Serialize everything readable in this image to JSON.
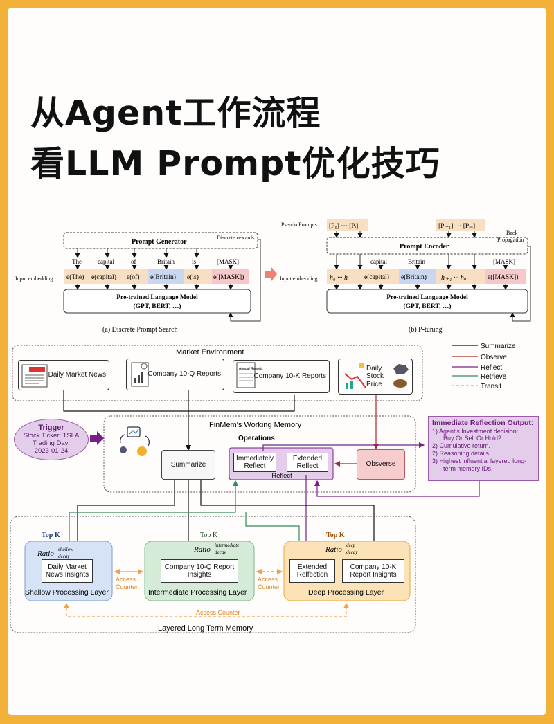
{
  "title": {
    "line1": "从Agent工作流程",
    "line2": "看LLM Prompt优化技巧"
  },
  "top_left": {
    "generator": "Prompt Generator",
    "discrete_rewards": "Discrete rewards",
    "input_embedding": "Input embedding",
    "words": [
      "The",
      "capital",
      "of",
      "Britain",
      "is",
      "[MASK]"
    ],
    "embeds": [
      "e(The)",
      "e(capital)",
      "e(of)",
      "e(Britain)",
      "e(is)",
      "e([MASK])"
    ],
    "lm_line1": "Pre-trained Language Model",
    "lm_line2": "(GPT, BERT, …)",
    "caption": "(a) Discrete Prompt Search"
  },
  "top_right": {
    "pseudo_prompts": "Pseudo Prompts",
    "p_left": "[P₀] ··· [Pᵢ]",
    "p_right": "[Pᵢ₊₁] ··· [Pₘ]",
    "back_prop_1": "Back",
    "back_prop_2": "Propagation",
    "encoder": "Prompt Encoder",
    "input_embedding": "Input embedding",
    "words": [
      "capital",
      "Britain",
      "[MASK]"
    ],
    "embeds": [
      "h₀  ···  hᵢ",
      "e(capital)",
      "e(Britain)",
      "hᵢ₊₁ ··· hₘ",
      "e([MASK])"
    ],
    "lm_line1": "Pre-trained Language Model",
    "lm_line2": "(GPT, BERT, …)",
    "caption": "(b) P-tuning"
  },
  "legend": [
    "Summarize",
    "Observe",
    "Reflect",
    "Retrieve",
    "Transit"
  ],
  "colors": {
    "summarize": "#111111",
    "observe": "#a52a2a",
    "reflect": "#7a1f8a",
    "retrieve": "#2e8b57",
    "transit": "#f0a050"
  },
  "market": {
    "title": "Market Environment",
    "news": "Daily Market News",
    "q_reports": "Company 10-Q Reports",
    "k_reports": "Company 10-K Reports",
    "annual": "Annual Reports",
    "stock": [
      "Daily",
      "Stock",
      "Price"
    ]
  },
  "trigger": {
    "title": "Trigger",
    "ticker": "Stock Ticker: TSLA",
    "day_label": "Trading Day:",
    "day": "2023-01-24"
  },
  "working": {
    "title": "FinMem's Working Memory",
    "operations": "Operations",
    "summarize": "Summarize",
    "immediately": [
      "Immediately",
      "Reflect"
    ],
    "extended": [
      "Extended",
      "Reflect"
    ],
    "reflect": "Reflect",
    "observe": "Obsverse"
  },
  "output": {
    "title": "Immediate Reflection Output:",
    "items": [
      "1) Agent's Investment decision:",
      "Buy Or Sell Or Hold?",
      "2) Cumulative return.",
      "2) Reasoning details.",
      "3) Highest influential layered long-",
      "term memory IDs."
    ]
  },
  "memory": {
    "title": "Layered Long Term Memory",
    "topk": "Top K",
    "ratio": "Ratio",
    "shallow_sup": "shallow",
    "intermediate_sup": "intermediate",
    "deep_sup": "deep",
    "decay": "decay",
    "shallow_box": [
      "Daily Market",
      "News Insights"
    ],
    "shallow_label": "Shallow Processing Layer",
    "inter_box": [
      "Company 10-Q Report",
      "Insights"
    ],
    "inter_label": "Intermediate Processing Layer",
    "deep_box1": [
      "Extended",
      "Relfection"
    ],
    "deep_box2": [
      "Company 10-K",
      "Report  Insights"
    ],
    "deep_label": "Deep Processing Layer",
    "access": [
      "Access",
      "Counter"
    ],
    "access_counter": "Access Counter"
  }
}
